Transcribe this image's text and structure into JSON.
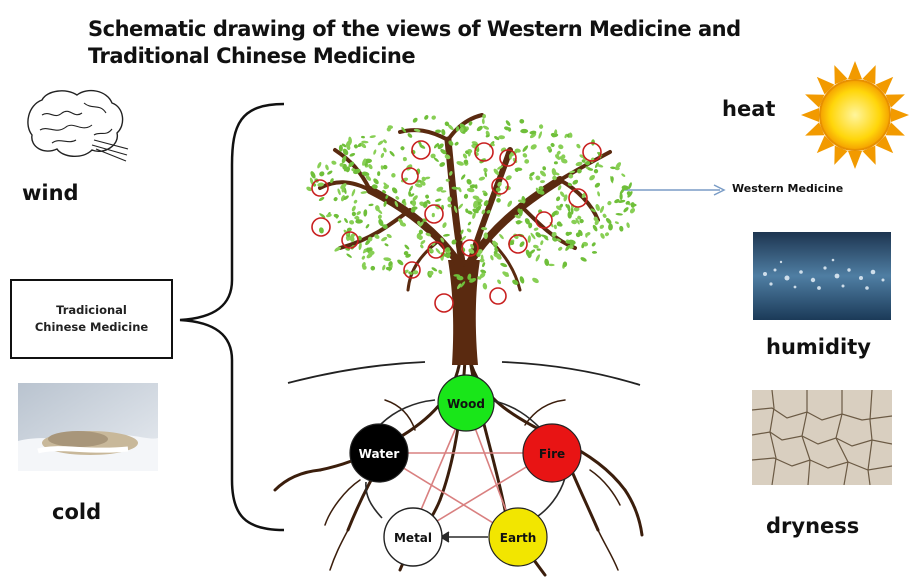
{
  "title_line1": "Schematic drawing of the views of Western Medicine and",
  "title_line2": "Traditional Chinese Medicine",
  "tcm_line1": "Tradicional",
  "tcm_line2": "Chinese Medicine",
  "western_label": "Western Medicine",
  "factors": {
    "wind": "wind",
    "cold": "cold",
    "heat": "heat",
    "humidity": "humidity",
    "dryness": "dryness"
  },
  "elements": {
    "wood": "Wood",
    "fire": "Fire",
    "earth": "Earth",
    "metal": "Metal",
    "water": "Water"
  },
  "colors": {
    "wood": "#19e619",
    "fire": "#e81414",
    "earth": "#f2e600",
    "metal": "#ffffff",
    "water": "#000000",
    "trunk": "#5a2a10",
    "leaves": "#6fbf3a",
    "pointer_arrow": "#7a9cc6"
  }
}
